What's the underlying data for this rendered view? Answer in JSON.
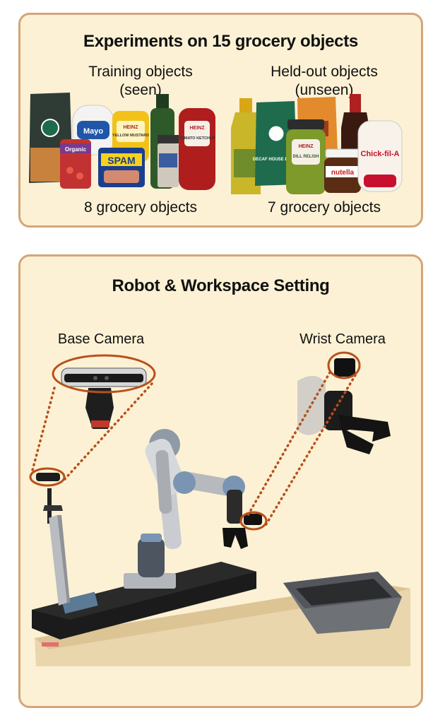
{
  "top_panel": {
    "title": "Experiments on 15 grocery objects",
    "training_label_line1": "Training objects",
    "training_label_line2": "(seen)",
    "heldout_label_line1": "Held-out objects",
    "heldout_label_line2": "(unseen)",
    "training_count": "8 grocery objects",
    "heldout_count": "7 grocery objects",
    "product_texts": {
      "mayo": "Mayo",
      "mustard": "YELLOW MUSTARD",
      "ketchup": "TOMATO KETCHUP",
      "heinz": "HEINZ",
      "spam": "SPAM",
      "organic": "Organic",
      "relish": "DILL RELISH",
      "decaf": "DECAF HOUSE BLEND",
      "nutella": "nutella",
      "chickfila": "Chick-fil-A"
    }
  },
  "bottom_panel": {
    "title": "Robot & Workspace Setting",
    "base_camera_label": "Base Camera",
    "wrist_camera_label": "Wrist Camera"
  },
  "colors": {
    "panel_fill": "#fcf1d4",
    "panel_border": "#d4a57a",
    "highlight": "#b8501c"
  }
}
